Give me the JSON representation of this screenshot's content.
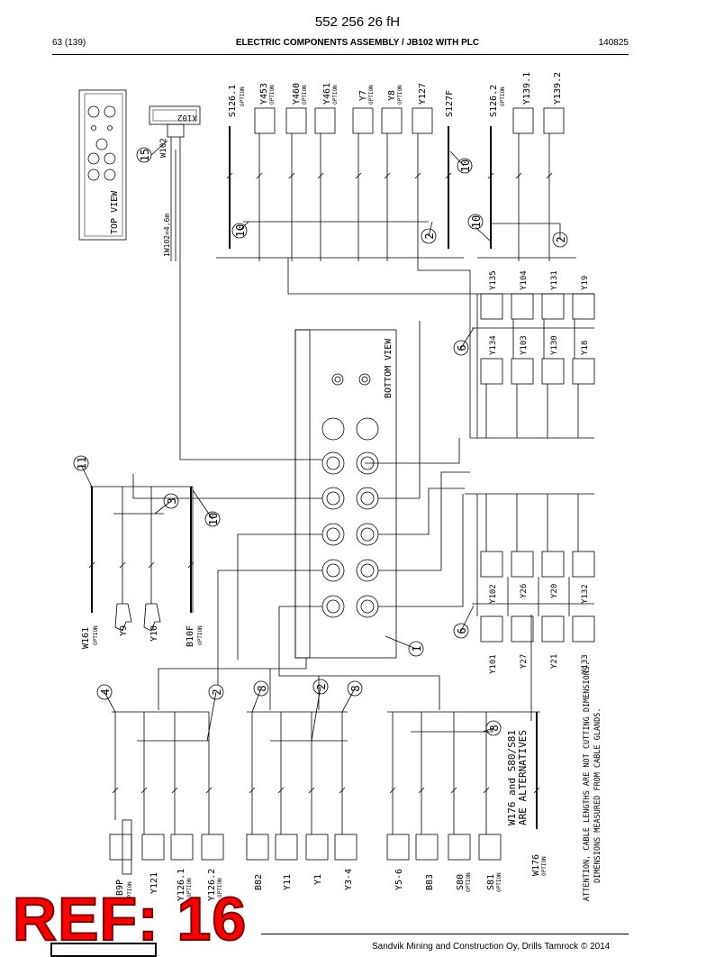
{
  "header": {
    "doc_number": "552 256 26 fH",
    "page": "63 (139)",
    "title": "ELECTRIC COMPONENTS ASSEMBLY / JB102 WITH PLC",
    "date": "140825"
  },
  "footer": {
    "company": "Sandvik Mining and Construction Oy, Drills Tamrock © 2014",
    "ref_stamp": "REF: 16"
  },
  "diagram": {
    "top_view": "TOP VIEW",
    "bottom_view": "BOTTOM VIEW",
    "w102": "W102",
    "x102": "X102",
    "w102_length": "1W102=4,6m",
    "attention_1": "ATTENTION, CABLE LENGTHS ARE NOT CUTTING DIMENSIONS.",
    "attention_2": "DIMENSIONS MEASURED FROM CABLE GLANDS.",
    "w176_note_1": "W176 and S80/S81",
    "w176_note_2": "ARE ALTERNATIVES",
    "option": "OPTION",
    "top_labels": {
      "s126_1": "S126.1",
      "y453": "Y453",
      "y460": "Y460",
      "y461": "Y461",
      "y7": "Y7",
      "y8": "Y8",
      "y127": "Y127",
      "s127f": "S127F",
      "s126_2": "S126.2",
      "y139_1": "Y139.1",
      "y139_2": "Y139.2"
    },
    "right_labels": {
      "y135": "Y135",
      "y104": "Y104",
      "y131": "Y131",
      "y19": "Y19",
      "y134": "Y134",
      "y103": "Y103",
      "y130": "Y130",
      "y18": "Y18",
      "y102": "Y102",
      "y26": "Y26",
      "y20": "Y20",
      "y132": "Y132",
      "y101": "Y101",
      "y27": "Y27",
      "y21": "Y21",
      "y133": "Y133"
    },
    "left_labels": {
      "w161": "W161",
      "y9": "Y9",
      "y10": "Y10",
      "b10f": "B10F"
    },
    "bottom_labels": {
      "b9p": "B9P",
      "y121": "Y121",
      "y126_1": "Y126.1",
      "y126_2": "Y126.2",
      "b82": "B82",
      "y11": "Y11",
      "y1": "Y1",
      "y3_4": "Y3-4",
      "y5_6": "Y5-6",
      "b83": "B83",
      "s80": "S80",
      "s81": "S81",
      "w176": "W176"
    },
    "callouts": {
      "c15": "15",
      "c10a": "10",
      "c2a": "2",
      "c10b": "10",
      "c10c": "10",
      "c2b": "2",
      "c6a": "6",
      "c11": "11",
      "c3": "3",
      "c10d": "10",
      "c6b": "6",
      "c1": "1",
      "c4": "4",
      "c2c": "2",
      "c8a": "8",
      "c2d": "2",
      "c8b": "8",
      "c8c": "8"
    }
  }
}
